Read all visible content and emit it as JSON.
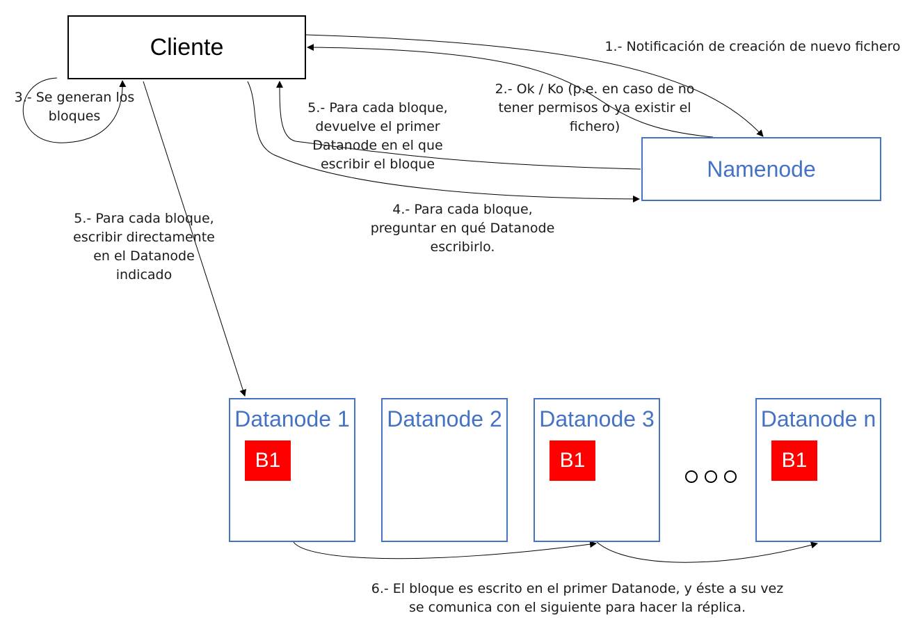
{
  "nodes": {
    "client": "Cliente",
    "namenode": "Namenode",
    "datanodes": [
      "Datanode 1",
      "Datanode 2",
      "Datanode 3",
      "Datanode n"
    ],
    "block_label": "B1"
  },
  "colors": {
    "client_border": "#000000",
    "node_accent": "#4472c4",
    "block_fill": "#ff0000"
  },
  "steps": {
    "step1": "1.- Notificación de creación de nuevo fichero",
    "step2": "2.- Ok / Ko (p.e. en caso de no\ntener permisos o ya existir el\nfichero)",
    "step3": "3.- Se generan los\nbloques",
    "step4": "4.- Para cada bloque,\npreguntar en qué Datanode\nescribirlo.",
    "step5_namenode": "5.- Para cada bloque,\ndevuelve el primer\nDatanode en el que\nescribir el bloque",
    "step5_client": "5.- Para cada bloque,\nescribir directamente\nen el Datanode\nindicado",
    "step6": "6.- El bloque es escrito en el primer Datanode, y éste a su vez\nse comunica con el siguiente para hacer la réplica."
  },
  "ellipsis_icon": "three-circles-icon"
}
